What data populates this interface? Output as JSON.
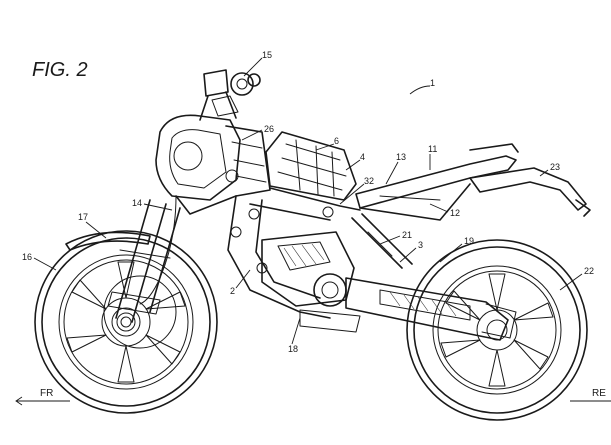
{
  "figure": {
    "title": "FIG. 2",
    "direction_front": "FR",
    "direction_rear": "RE"
  },
  "callouts": {
    "c1": "1",
    "c2": "2",
    "c3": "3",
    "c4": "4",
    "c6": "6",
    "c11": "11",
    "c12": "12",
    "c13": "13",
    "c14": "14",
    "c15": "15",
    "c16": "16",
    "c17": "17",
    "c18": "18",
    "c19": "19",
    "c21": "21",
    "c22": "22",
    "c23": "23",
    "c26": "26",
    "c32": "32"
  }
}
